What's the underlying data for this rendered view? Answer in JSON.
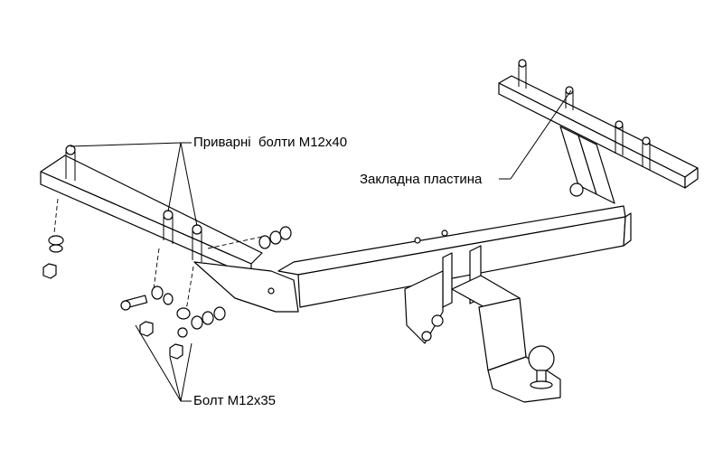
{
  "labels": {
    "welded_bolts": "Приварні  болти М12х40",
    "embedded_plate": "Закладна пластина",
    "bolt": "Болт М12х35"
  }
}
